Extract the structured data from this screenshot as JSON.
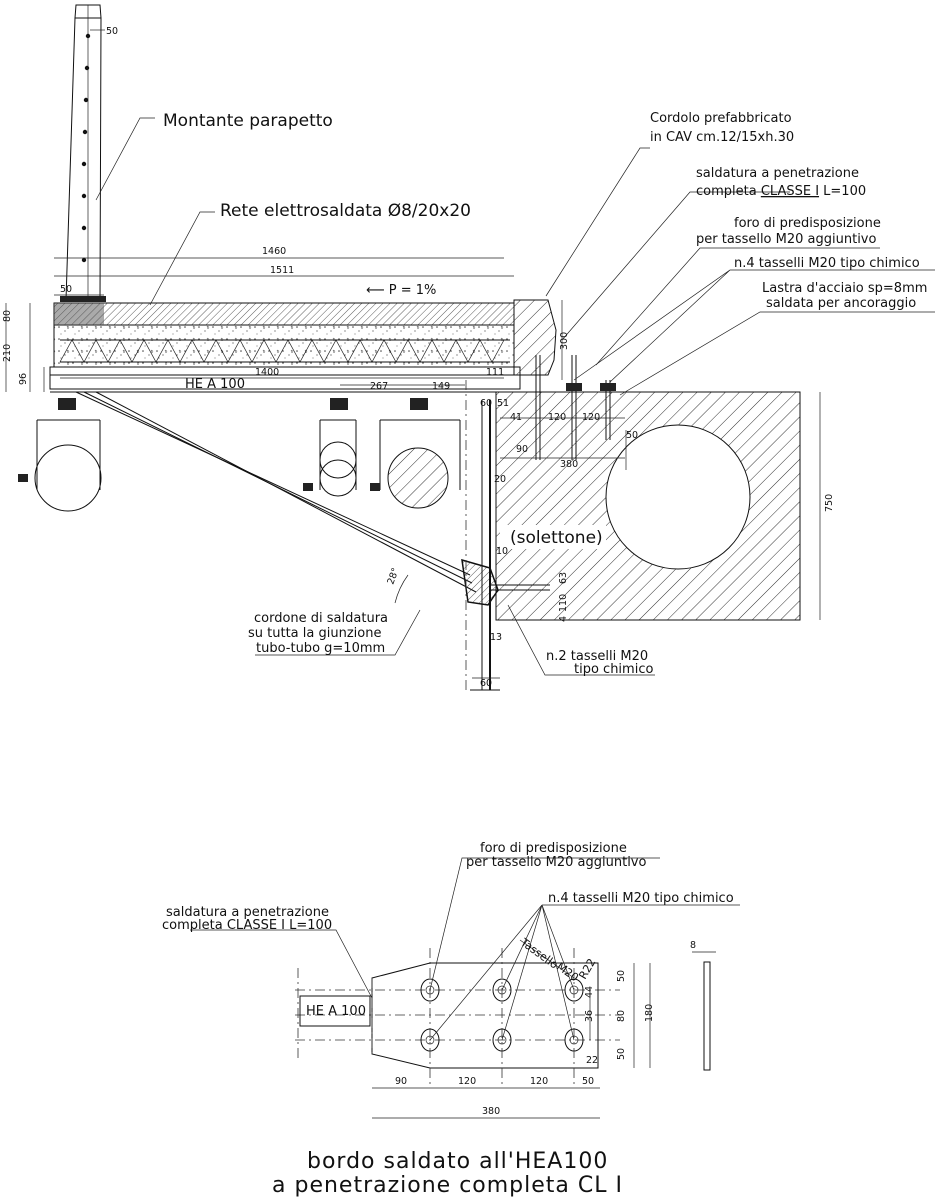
{
  "section": {
    "labels": {
      "montante": "Montante parapetto",
      "rete": "Rete elettrosaldata Ø8/20x20",
      "cordolo_1": "Cordolo prefabbricato",
      "cordolo_2": "in CAV cm.12/15xh.30",
      "saldatura_1": "saldatura a penetrazione",
      "saldatura_2_pre": "completa ",
      "saldatura_2_cl": "CLASSE I",
      "saldatura_2_post": " L=100",
      "foro_1": "foro di predisposizione",
      "foro_2": "per tassello M20 aggiuntivo",
      "tasselli4": "n.4 tasselli M20 tipo chimico",
      "lastra_1": "Lastra d'acciaio sp=8mm",
      "lastra_2": "saldata per ancoraggio",
      "slope": "P = 1%",
      "hea": "HE A 100",
      "solettone": "(solettone)",
      "cordone_1": "cordone di saldatura",
      "cordone_2": "su tutta la giunzione",
      "cordone_3": "tubo-tubo g=10mm",
      "tasselli2_1": "n.2 tasselli M20",
      "tasselli2_2": "tipo chimico"
    },
    "dims": {
      "d50_top": "50",
      "d1460": "1460",
      "d1511": "1511",
      "d50_base": "50",
      "d80": "80",
      "d210": "210",
      "d96": "96",
      "d1400": "1400",
      "d111": "111",
      "d267": "267",
      "d149": "149",
      "d300": "300",
      "d51": "51",
      "d60a": "60",
      "d41": "41",
      "d120a": "120",
      "d120b": "120",
      "d50r": "50",
      "d90": "90",
      "d380": "380",
      "d20": "20",
      "d750": "750",
      "d10": "10",
      "d63": "63",
      "d110": "110",
      "d4": "4",
      "d13": "13",
      "d60b": "60",
      "angle": "28°"
    }
  },
  "plan": {
    "labels": {
      "foro_1": "foro di predisposizione",
      "foro_2": "per tassello M20 aggiuntivo",
      "tasselli4": "n.4 tasselli M20 tipo chimico",
      "saldatura_1": "saldatura a penetrazione",
      "saldatura_2": "completa CLASSE I L=100",
      "hea": "HE A 100",
      "tassello": "Tassello",
      "m20": "M20",
      "r22": "R22"
    },
    "dims": {
      "d8": "8",
      "d50a": "50",
      "d80": "80",
      "d50b": "50",
      "d180": "180",
      "d44": "44",
      "d36": "36",
      "d22": "22",
      "d90": "90",
      "d120a": "120",
      "d120b": "120",
      "d50c": "50",
      "d380": "380"
    }
  },
  "title": {
    "line1": "bordo saldato all'HEA100",
    "line2": "a penetrazione completa CL I"
  }
}
